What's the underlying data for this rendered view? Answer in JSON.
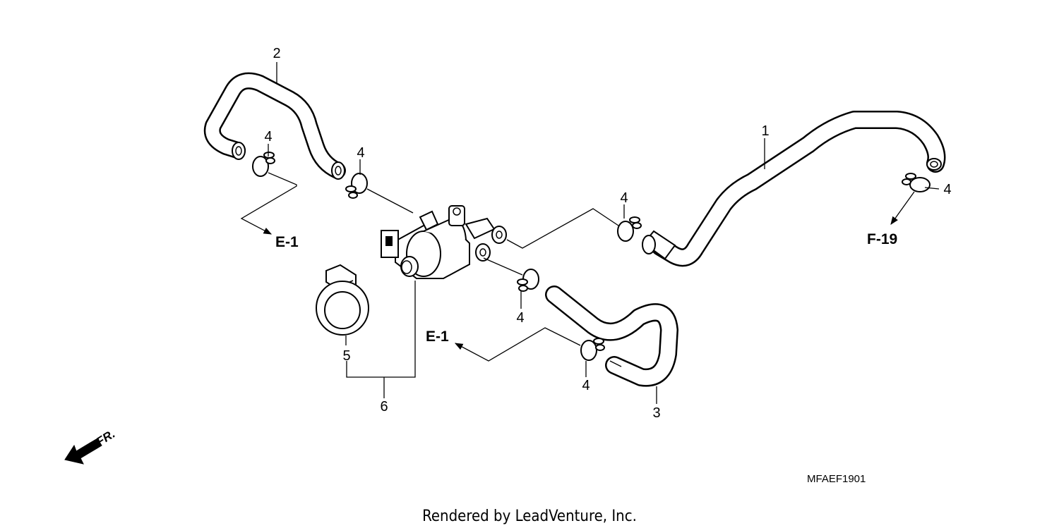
{
  "callouts": {
    "hose_1": "1",
    "hose_2": "2",
    "hose_3": "3",
    "clip_a": "4",
    "clip_b": "4",
    "clip_c": "4",
    "clip_d": "4",
    "clip_e": "4",
    "clip_f": "4",
    "band_5": "5",
    "valve_6": "6"
  },
  "references": {
    "e1_left": "E-1",
    "e1_bottom": "E-1",
    "f19": "F-19"
  },
  "front_marker": "FR.",
  "diagram_code": "MFAEF1901",
  "credit": "Rendered by LeadVenture, Inc."
}
